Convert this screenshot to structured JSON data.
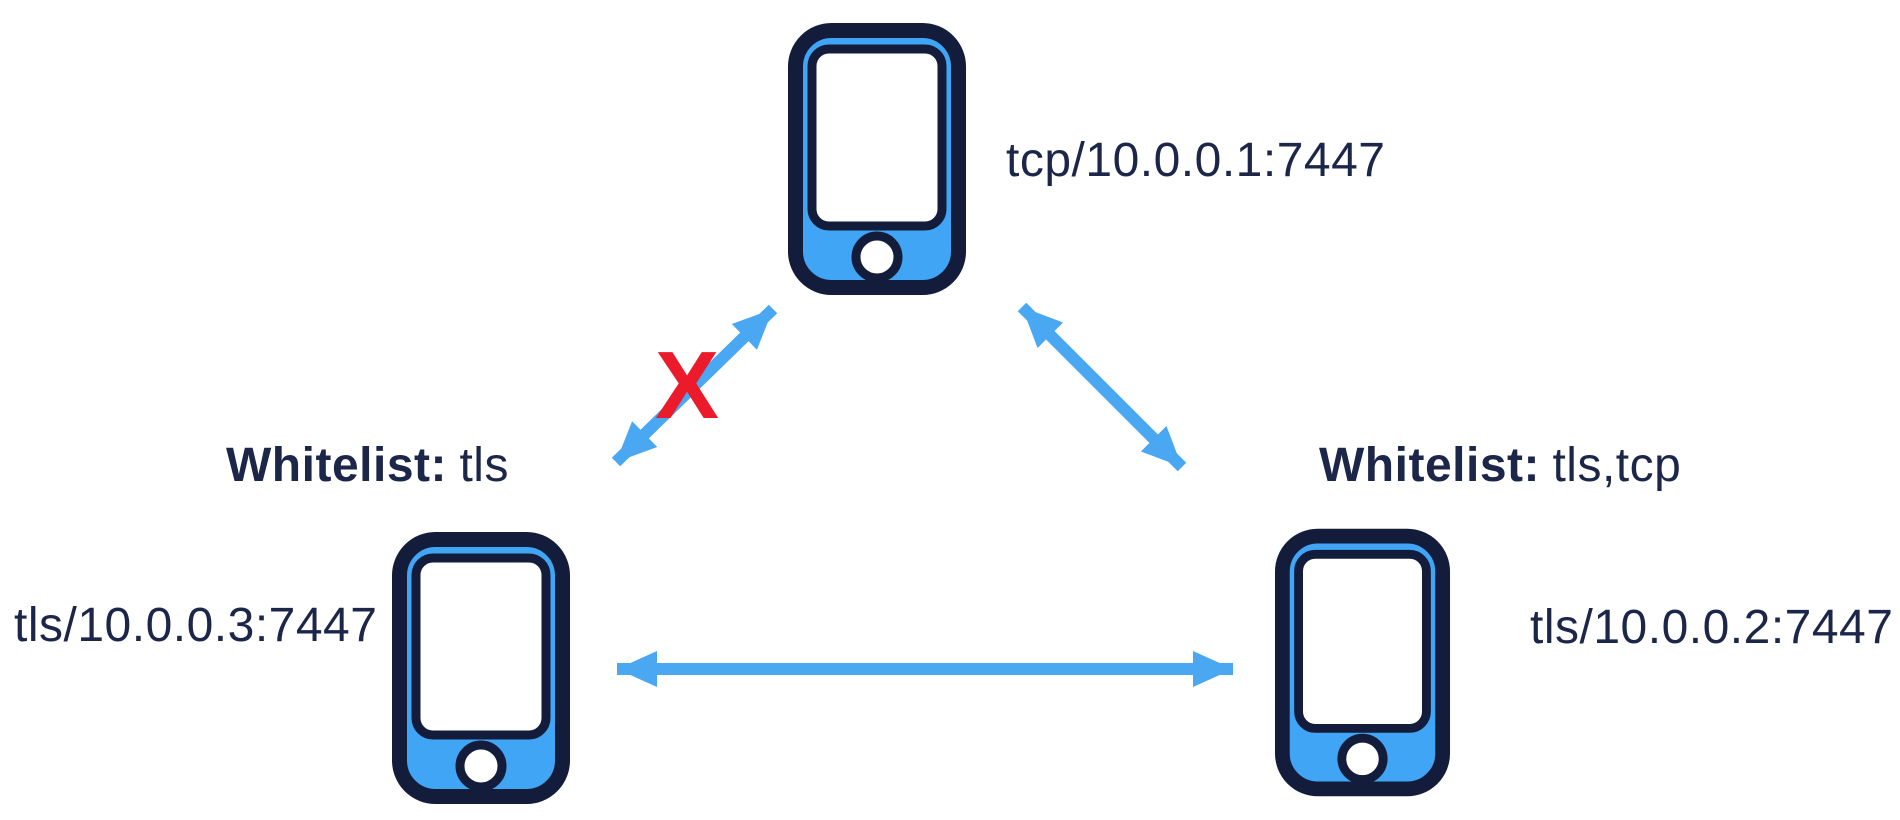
{
  "diagram": {
    "colors": {
      "background": "#ffffff",
      "device_body": "#40a5f4",
      "device_outline": "#131d3b",
      "arrow": "#4aa7f2",
      "label_text": "#1c2649",
      "blocked_x": "#ec1b2c"
    },
    "nodes": {
      "top": {
        "icon": "phone-icon",
        "endpoint": "tcp/10.0.0.1:7447"
      },
      "bottom_left": {
        "icon": "phone-icon",
        "endpoint": "tls/10.0.0.3:7447",
        "whitelist_label": "Whitelist:",
        "whitelist_value": "tls"
      },
      "bottom_right": {
        "icon": "phone-icon",
        "endpoint": "tls/10.0.0.2:7447",
        "whitelist_label": "Whitelist:",
        "whitelist_value": "tls,tcp"
      }
    },
    "links": [
      {
        "from": "top",
        "to": "bottom_left",
        "style": "double-arrow",
        "status": "blocked"
      },
      {
        "from": "top",
        "to": "bottom_right",
        "style": "double-arrow",
        "status": "allowed"
      },
      {
        "from": "bottom_left",
        "to": "bottom_right",
        "style": "double-arrow",
        "status": "allowed"
      }
    ],
    "blocked_marker": "X"
  }
}
